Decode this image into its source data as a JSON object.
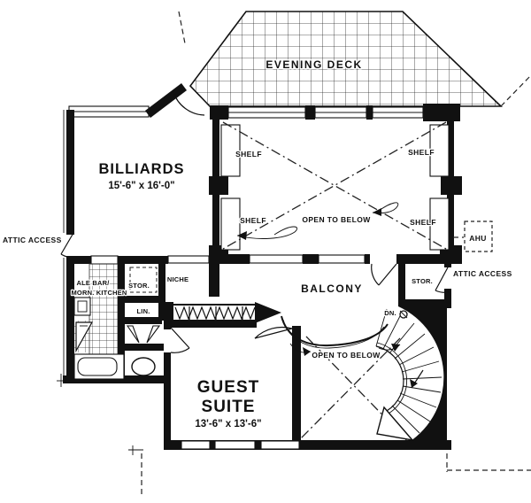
{
  "plan_type": "floor-plan",
  "colors": {
    "ink": "#111111",
    "paper": "#ffffff"
  },
  "labels": {
    "evening_deck": "EVENING DECK",
    "billiards": "BILLIARDS",
    "billiards_dims": "15'-6\" x 16'-0\"",
    "shelf": "SHELF",
    "open_to_below": "OPEN TO BELOW",
    "attic_access": "ATTIC ACCESS",
    "ahu": "AHU",
    "stor": "STOR.",
    "niche": "NICHE",
    "lin": "LIN.",
    "ale_bar_line1": "ALE BAR/",
    "ale_bar_line2": "MORN. KITCHEN",
    "balcony": "BALCONY",
    "dn": "DN.",
    "guest_line1": "GUEST",
    "guest_line2": "SUITE",
    "guest_dims": "13'-6\" x 13'-6\""
  }
}
